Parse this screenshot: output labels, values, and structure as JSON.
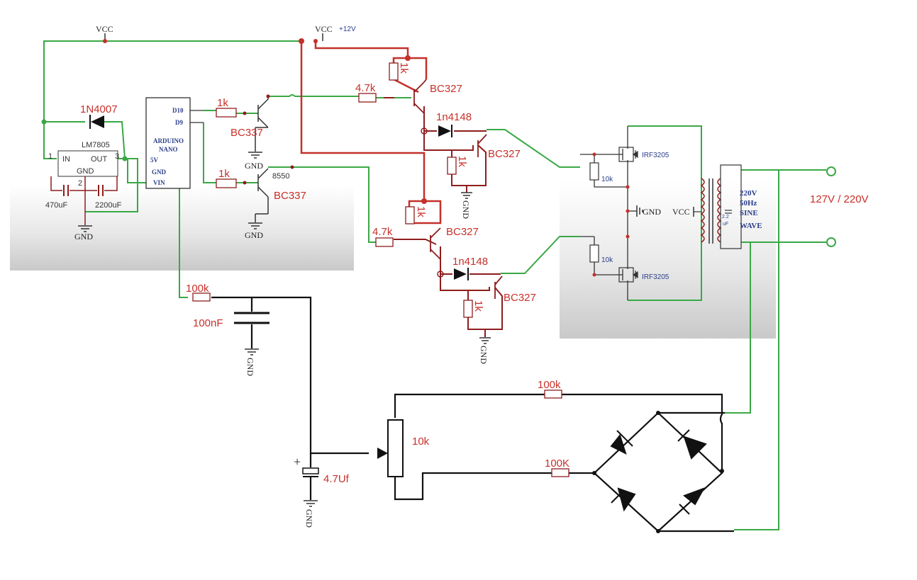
{
  "supply": {
    "vcc": "VCC",
    "vcc12": "VCC",
    "plus12": "+12V",
    "gnd": "GND"
  },
  "regulator": {
    "name": "LM7805",
    "in": "IN",
    "out": "OUT",
    "gnd": "GND",
    "pin1": "1",
    "pin2": "2",
    "pin3": "3",
    "diode": "1N4007",
    "cap_in": "470uF",
    "cap_out": "2200uF"
  },
  "arduino": {
    "title1": "ARDUINO",
    "title2": "NANO",
    "d10": "D10",
    "d9": "D9",
    "v5": "5V",
    "gnd": "GND",
    "vin": "VIN"
  },
  "drivers": {
    "r_top": "1k",
    "r_bot": "1k",
    "q_top": "BC337",
    "q_bot": "BC337",
    "q_bot_mark": "8550",
    "r_47_top": "4.7k",
    "r_47_bot": "4.7k",
    "r_1k_a": "1k",
    "r_1k_b": "1k",
    "r_1k_c": "1k",
    "r_1k_d": "1k",
    "bc327_a": "BC327",
    "bc327_b": "BC327",
    "bc327_c": "BC327",
    "bc327_d": "BC327",
    "diode_a": "1n4148",
    "diode_b": "1n4148"
  },
  "power_stage": {
    "mosfet_top": "IRF3205",
    "mosfet_bot": "IRF3205",
    "r_top": "10k",
    "r_bot": "10k",
    "gnd": "GND",
    "vcc": "VCC",
    "tcap_a": "2.2",
    "tcap_b": "uF"
  },
  "transformer": {
    "line1": "220V",
    "line2": "50Hz",
    "line3": "SINE",
    "line4": "WAVE"
  },
  "output_label": "127V / 220V",
  "feedback": {
    "r_100k_a": "100k",
    "c_100nf": "100nF",
    "pot": "10k",
    "r_100k_b": "100k",
    "r_100k_c": "100K",
    "cap": "4.7Uf"
  },
  "colors": {
    "green": "#3aa845",
    "red": "#c4302a",
    "darkred": "#8e1d1d",
    "black": "#111111"
  }
}
